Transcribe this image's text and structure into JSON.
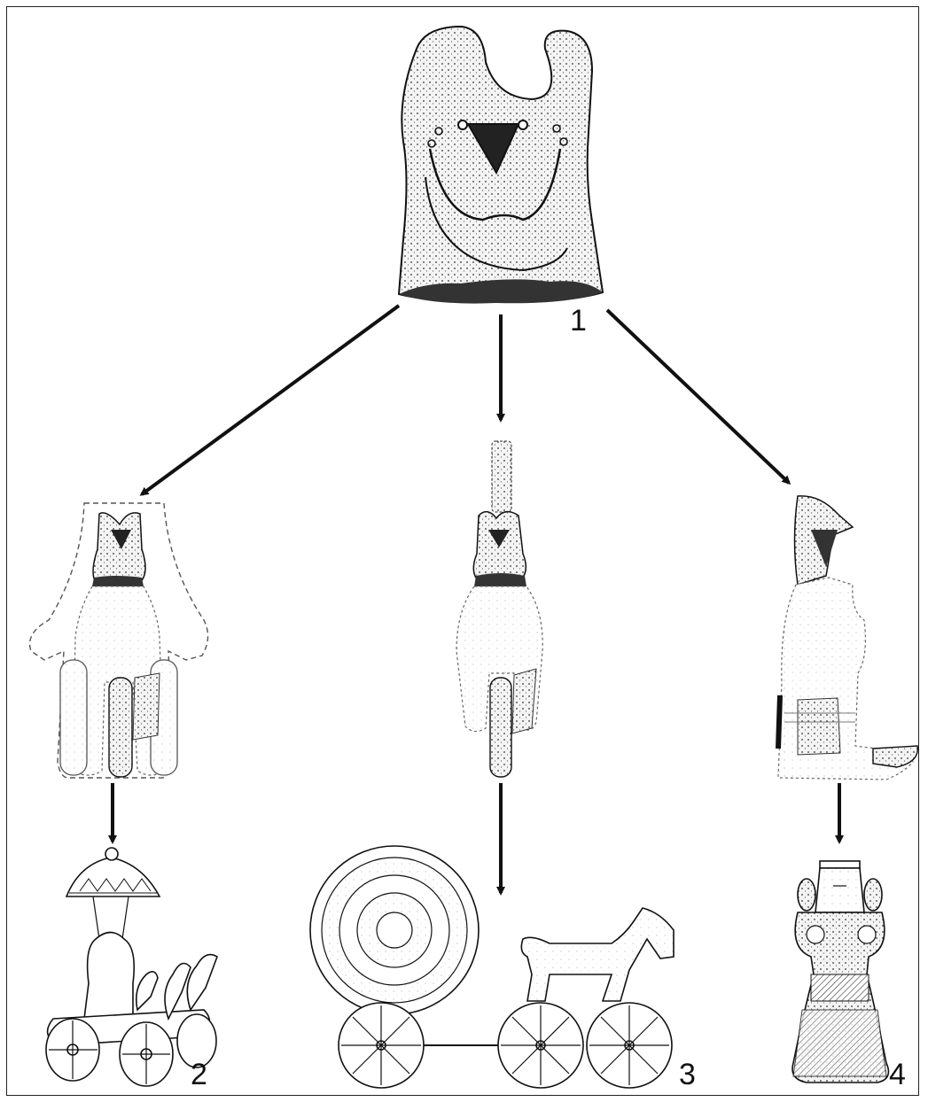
{
  "figure": {
    "numbers": [
      "1",
      "2",
      "3",
      "4"
    ]
  }
}
